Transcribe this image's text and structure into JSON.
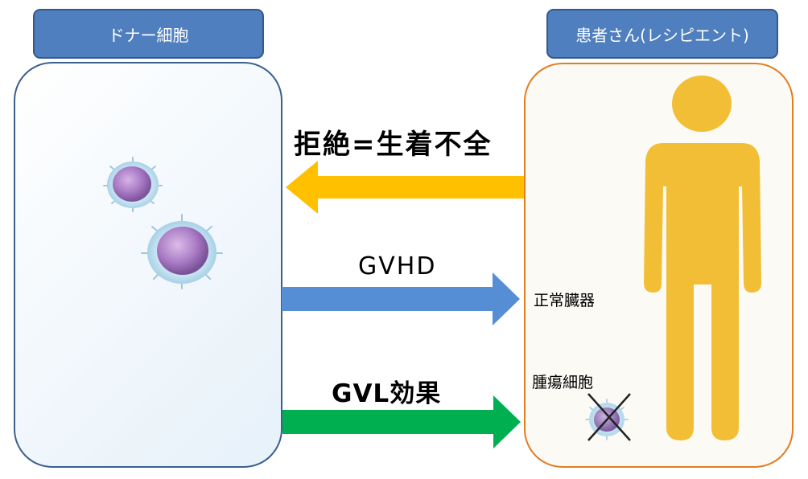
{
  "donor": {
    "label": "ドナー細胞"
  },
  "patient": {
    "label": "患者さん(レシピエント)",
    "organs_label": "正常臓器",
    "tumor_label": "腫瘍細胞"
  },
  "arrows": {
    "rejection": {
      "text": "拒絶=生着不全",
      "direction": "recipient-to-donor",
      "color": "#ffc000"
    },
    "gvhd": {
      "text": "GVHD",
      "direction": "donor-to-recipient",
      "color": "#558ed5"
    },
    "gvl": {
      "text": "GVL効果",
      "direction": "donor-to-recipient",
      "color": "#00b050"
    }
  },
  "colors": {
    "label_box": "#4f7fbf",
    "donor_border": "#3c5f8f",
    "patient_border": "#e27d22",
    "human_figure": "#f2be36"
  },
  "icons": {
    "donor_cells": "lymphocyte-cell-icon",
    "human": "person-silhouette-icon",
    "tumor": "tumor-cell-icon",
    "cross": "cross-mark-icon"
  }
}
